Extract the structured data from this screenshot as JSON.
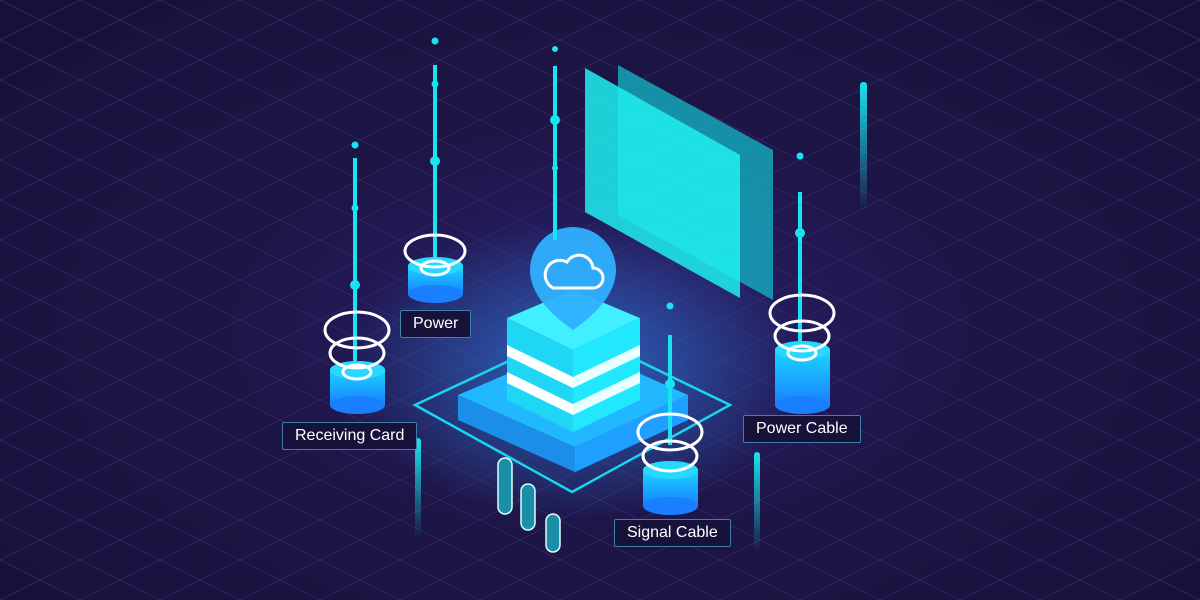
{
  "labels": {
    "power": "Power",
    "receiving_card": "Receiving Card",
    "signal_cable": "Signal Cable",
    "power_cable": "Power Cable"
  },
  "icons": [
    "cloud-icon"
  ],
  "colors": {
    "background": "#1b1340",
    "accent": "#19e3f0",
    "cylinder": "#1aa8ff",
    "label_border": "#3f7fa8"
  }
}
